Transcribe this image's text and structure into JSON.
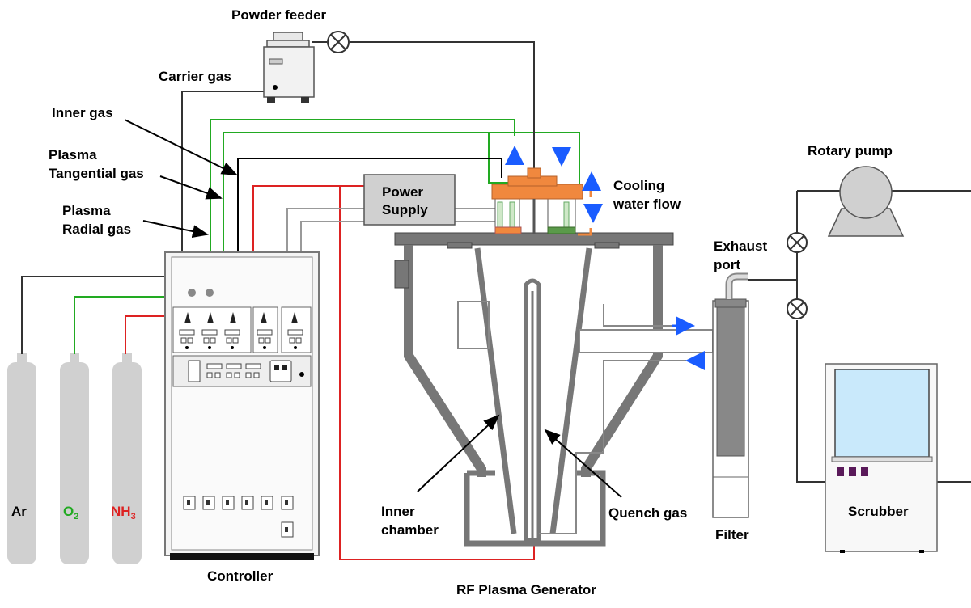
{
  "labels": {
    "powder_feeder": "Powder feeder",
    "carrier_gas": "Carrier gas",
    "inner_gas": "Inner gas",
    "plasma_tangential_1": "Plasma",
    "plasma_tangential_2": "Tangential gas",
    "plasma_radial_1": "Plasma",
    "plasma_radial_2": "Radial gas",
    "power_supply_1": "Power",
    "power_supply_2": "Supply",
    "cooling_1": "Cooling",
    "cooling_2": "water flow",
    "rotary_pump": "Rotary pump",
    "exhaust_1": "Exhaust",
    "exhaust_2": "port",
    "inner_chamber_1": "Inner",
    "inner_chamber_2": "chamber",
    "quench_gas": "Quench gas",
    "filter": "Filter",
    "scrubber": "Scrubber",
    "controller": "Controller",
    "rf_plasma_generator": "RF Plasma Generator"
  },
  "gases": {
    "ar": "Ar",
    "o2_base": "O",
    "o2_sub": "2",
    "nh3_base": "NH",
    "nh3_sub": "3"
  },
  "colors": {
    "ar_line": "#333333",
    "o2_line": "#22aa22",
    "nh3_line": "#dd2222",
    "cylinder": "#d0d0d0",
    "torch": "#f0883e",
    "chamber_wall": "#777777",
    "arrow": "#1a5cff",
    "power_box": "#d0d0d0",
    "screen": "#c9e9fb"
  }
}
